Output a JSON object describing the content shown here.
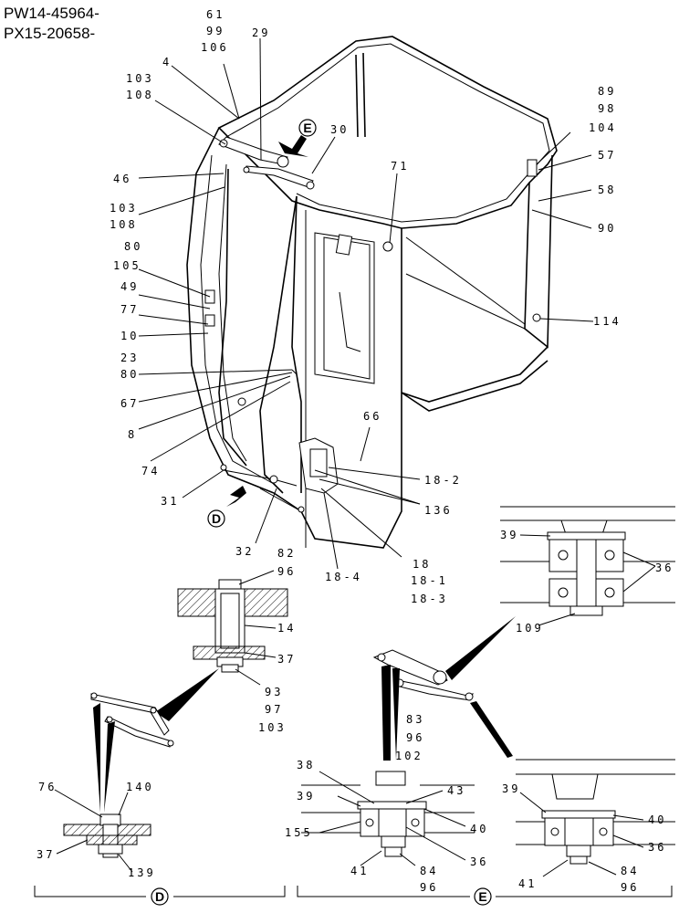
{
  "header": {
    "line1": "PW14-45964-",
    "line2": "PX15-20658-"
  },
  "labels": {
    "l61": "61",
    "l99": "99",
    "l106": "106",
    "l29": "29",
    "l4": "4",
    "l103a": "103",
    "l108a": "108",
    "l30": "30",
    "l46": "46",
    "l103b": "103",
    "l108b": "108",
    "l80a": "80",
    "l105": "105",
    "l49": "49",
    "l77": "77",
    "l10": "10",
    "l23": "23",
    "l80b": "80",
    "l67": "67",
    "l8": "8",
    "l74": "74",
    "l71": "71",
    "l89": "89",
    "l98": "98",
    "l104": "104",
    "l57": "57",
    "l58": "58",
    "l90": "90",
    "l114": "114",
    "l66": "66",
    "l18_2": "18-2",
    "l136": "136",
    "l31": "31",
    "l32": "32",
    "l18_4": "18-4",
    "l18": "18",
    "l18_1": "18-1",
    "l18_3": "18-3",
    "l39a": "39",
    "l36a": "36",
    "l109": "109",
    "l82": "82",
    "l96a": "96",
    "l14": "14",
    "l37a": "37",
    "l93": "93",
    "l97": "97",
    "l103c": "103",
    "l76": "76",
    "l140": "140",
    "l37b": "37",
    "l139": "139",
    "l83": "83",
    "l96b": "96",
    "l102": "102",
    "l38": "38",
    "l43": "43",
    "l39b": "39",
    "l40a": "40",
    "l155": "155",
    "l36b": "36",
    "l41a": "41",
    "l84a": "84",
    "l96c": "96",
    "l39c": "39",
    "l40b": "40",
    "l36c": "36",
    "l41b": "41",
    "l84b": "84",
    "l96d": "96"
  },
  "callouts": {
    "view_d": "D",
    "view_e": "E",
    "mark_e_top": "E",
    "mark_d_side": "D"
  }
}
